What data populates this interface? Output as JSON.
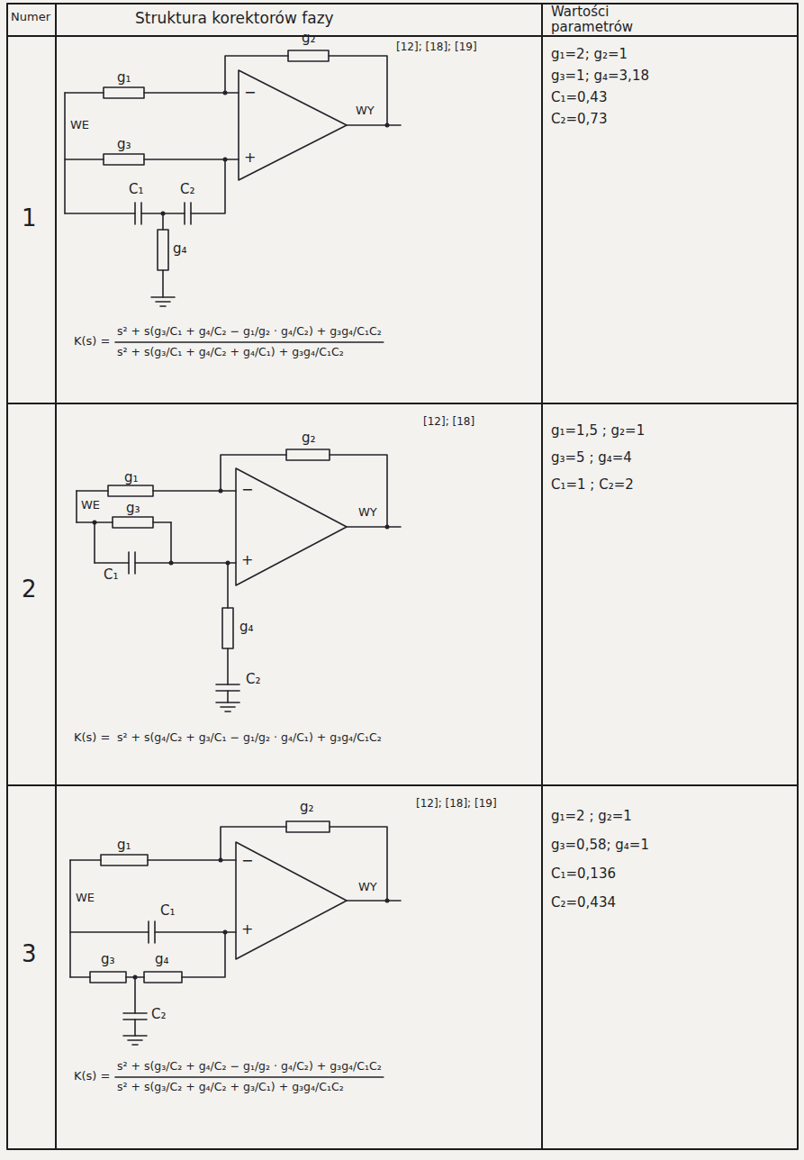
{
  "diagram": {
    "labels": [
      "Numer",
      "Struktura korektorów fazy",
      "Wartości parametrów",
      "1",
      "[12]; [18]; [19]",
      "g₁",
      "g₂",
      "−",
      "+",
      "WE",
      "g₃",
      "WY",
      "C₁",
      "C₂",
      "g₄",
      "K(s) =",
      "s² + s(g₃/C₁ + g₄/C₂ − g₁/g₂ · g₄/C₂) + g₃g₄/C₁C₂",
      "s² + s(g₃/C₁ + g₄/C₂ + g₄/C₁) + g₃g₄/C₁C₂",
      "g₁=2; g₂=1",
      "g₃=1; g₄=3,18",
      "C₁=0,43",
      "C₂=0,73",
      "2",
      "[12]; [18]",
      "g₁",
      "g₂",
      "−",
      "+",
      "WE",
      "g₃",
      "C₁",
      "WY",
      "g₄",
      "C₂",
      "K(s) =",
      "s² + s(g₄/C₂ + g₃/C₁ − g₁/g₂ · g₄/C₁) + g₃g₄/C₁C₂",
      "g₁=1,5 ; g₂=1",
      "g₃=5 ; g₄=4",
      "C₁=1 ; C₂=2",
      "3",
      "[12]; [18]; [19]",
      "g₁",
      "g₂",
      "−",
      "+",
      "WE",
      "C₁",
      "WY",
      "g₃",
      "g₄",
      "C₂",
      "K(s) =",
      "s² + s(g₃/C₂ + g₄/C₂ − g₁/g₂ · g₄/C₂) + g₃g₄/C₁C₂",
      "s² + s(g₃/C₂ + g₄/C₂ + g₃/C₁) + g₃g₄/C₁C₂",
      "g₁=2 ; g₂=1",
      "g₃=0,58; g₄=1",
      "C₁=0,136",
      "C₂=0,434"
    ]
  }
}
